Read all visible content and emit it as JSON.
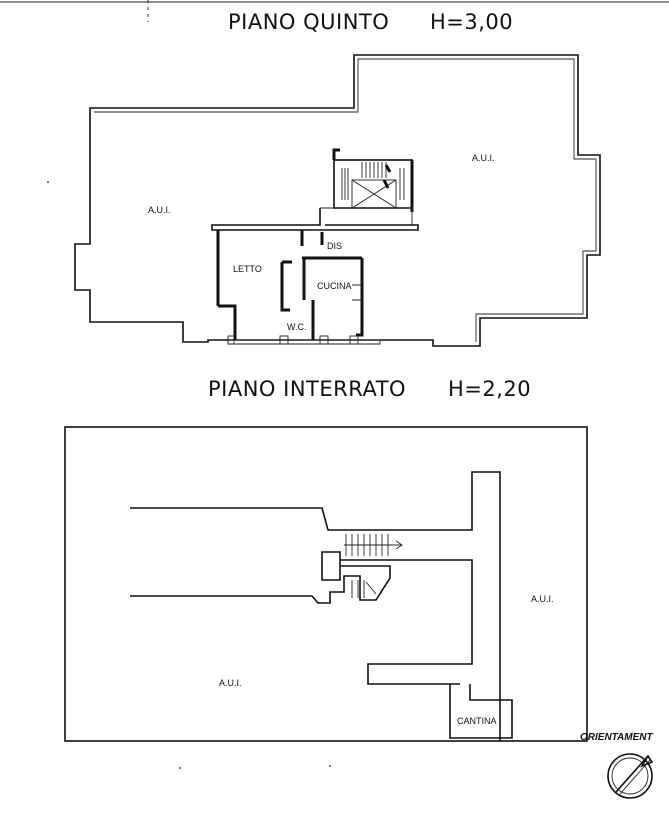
{
  "floor_upper": {
    "title": "PIANO QUINTO",
    "height": "H=3,00",
    "rooms": {
      "aui_left": "A.U.I.",
      "aui_right": "A.U.I.",
      "letto": "LETTO",
      "dis": "DIS",
      "cucina": "CUCINA",
      "wc": "W.C."
    }
  },
  "floor_basement": {
    "title": "PIANO INTERRATO",
    "height": "H=2,20",
    "rooms": {
      "aui_left": "A.U.I.",
      "aui_right": "A.U.I.",
      "cantina": "CANTINA"
    }
  },
  "orientation": {
    "label": "ORIENTAMENT",
    "icon": "compass-icon"
  }
}
